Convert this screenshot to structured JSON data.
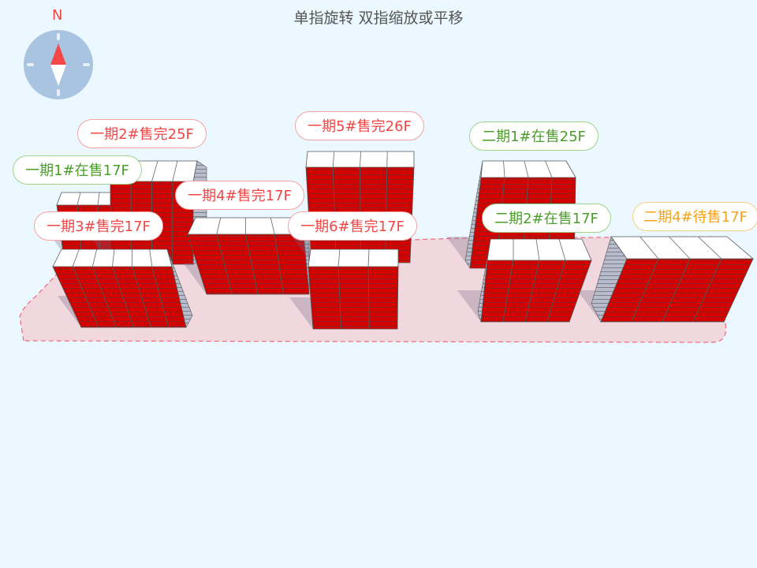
{
  "hint": "单指旋转 双指缩放或平移",
  "compass": {
    "north_label": "N",
    "icon": "compass-icon"
  },
  "colors": {
    "sold": "#f04646",
    "on_sale": "#4a9e2a",
    "pending": "#f5a21a",
    "building_front": "#d40000",
    "ground": "#f0d8de"
  },
  "buildings": [
    {
      "label": "一期1#在售17F",
      "status": "on_sale"
    },
    {
      "label": "一期2#售完25F",
      "status": "sold"
    },
    {
      "label": "一期3#售完17F",
      "status": "sold"
    },
    {
      "label": "一期4#售完17F",
      "status": "sold"
    },
    {
      "label": "一期5#售完26F",
      "status": "sold"
    },
    {
      "label": "一期6#售完17F",
      "status": "sold"
    },
    {
      "label": "二期1#在售25F",
      "status": "on_sale"
    },
    {
      "label": "二期2#在售17F",
      "status": "on_sale"
    },
    {
      "label": "二期4#待售17F",
      "status": "pending"
    }
  ]
}
